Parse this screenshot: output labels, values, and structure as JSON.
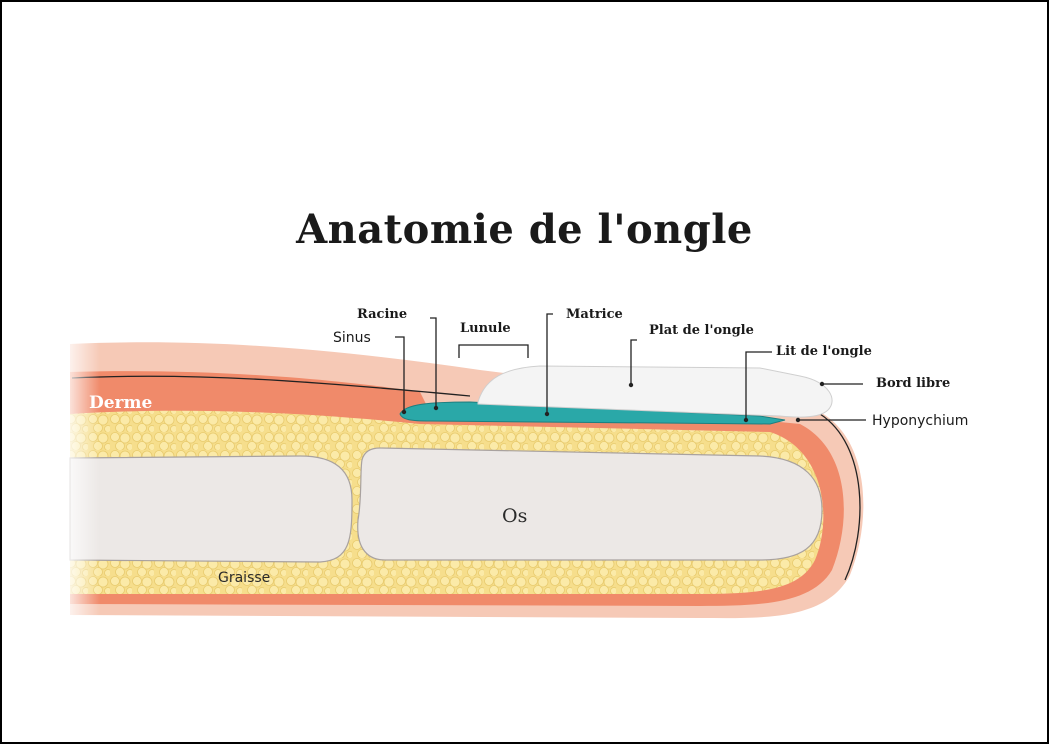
{
  "title": "Anatomie de l'ongle",
  "labels": {
    "racine": "Racine",
    "sinus": "Sinus",
    "lunule": "Lunule",
    "matrice": "Matrice",
    "plat": "Plat de l'ongle",
    "lit": "Lit de l'ongle",
    "bord": "Bord libre",
    "hyponychium": "Hyponychium",
    "derme": "Derme",
    "os": "Os",
    "graisse": "Graisse"
  },
  "colors": {
    "skin_outer": "#f6c9b6",
    "derme": "#f08a6a",
    "fat": "#f7e39a",
    "bone": "#ece8e6",
    "nail": "#f4f4f4",
    "nail_bed": "#2aa8a8"
  }
}
